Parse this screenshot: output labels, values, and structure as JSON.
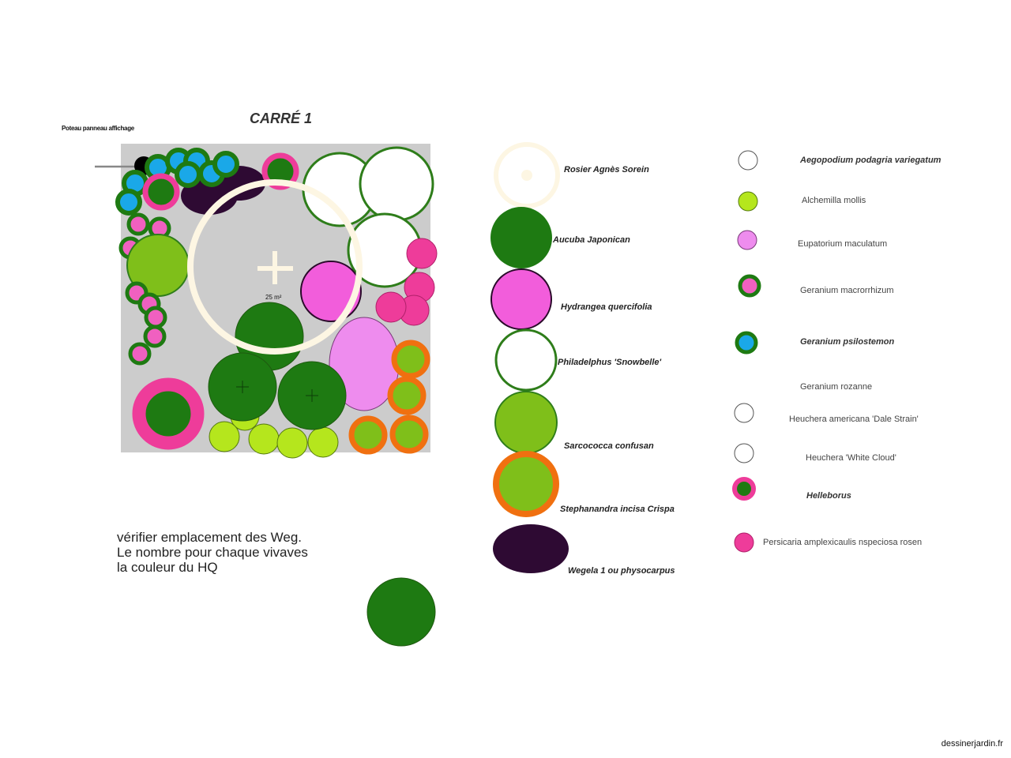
{
  "title": "CARRÉ 1",
  "post_label": "Poteau panneau affichage",
  "area_label": "25 m²",
  "note": {
    "line1": "vérifier emplacement des Weg.",
    "line2": "Le nombre pour chaque vivaves",
    "line3": "la couleur du HQ"
  },
  "legend_shrubs": [
    {
      "label": "Rosier Agnès Sorein",
      "color": "#ffffff",
      "ring": "#fdf6e3"
    },
    {
      "label": "Aucuba Japonican",
      "color": "#1e7a12",
      "ring": "#1e5a10"
    },
    {
      "label": "Hydrangea quercifolia",
      "color": "#f25ddb",
      "ring": "#2a0a2a"
    },
    {
      "label": "Philadelphus 'Snowbelle'",
      "color": "#ffffff",
      "ring": "#2e7d1a"
    },
    {
      "label": "Sarcococca confusan",
      "color": "#7fbf1a",
      "ring": "#2e7d1a"
    },
    {
      "label": "Stephanandra incisa Crispa",
      "color": "#7fbf1a",
      "ring": "#f07010"
    },
    {
      "label": "Wegela 1 ou physocarpus",
      "color": "#2e0a33",
      "ring": "#2e0a33"
    }
  ],
  "legend_perennials": [
    {
      "label": "Aegopodium podagria variegatum",
      "style": "bold-italic",
      "icon": "white-circle"
    },
    {
      "label": "Alchemilla mollis",
      "style": "normal",
      "icon": "lime-circle",
      "color": "#b5e61d"
    },
    {
      "label": "Eupatorium maculatum",
      "style": "normal",
      "icon": "pink-circle",
      "color": "#ee8cee"
    },
    {
      "label": "Geranium macrorrhizum",
      "style": "normal",
      "icon": "green-ring-pink",
      "color": "#f060c0"
    },
    {
      "label": "Geranium psilostemon",
      "style": "bold-italic",
      "icon": "green-ring-blue",
      "color": "#1aa8e8"
    },
    {
      "label": "Geranium rozanne",
      "style": "normal",
      "icon": "none"
    },
    {
      "label": "Heuchera americana 'Dale Strain'",
      "style": "normal",
      "icon": "white-circle"
    },
    {
      "label": "Heuchera 'White Cloud'",
      "style": "normal",
      "icon": "white-circle"
    },
    {
      "label": "Helleborus",
      "style": "bold-italic",
      "icon": "pink-ring-green"
    },
    {
      "label": "Persicaria amplexicaulis nspeciosa rosen",
      "style": "normal",
      "icon": "magenta-circle",
      "color": "#ee3c9a"
    }
  ],
  "colors": {
    "bed": "#cccccc",
    "dark_green": "#1e7a12",
    "lime": "#b5e61d",
    "olive_green": "#7fbf1a",
    "magenta": "#ee3c9a",
    "pink": "#f25ddb",
    "orange": "#f07010",
    "cream": "#fdf6e3",
    "aubergine": "#2e0a33",
    "sky_blue": "#1aa8e8"
  },
  "credit": "dessinerjardin.fr"
}
